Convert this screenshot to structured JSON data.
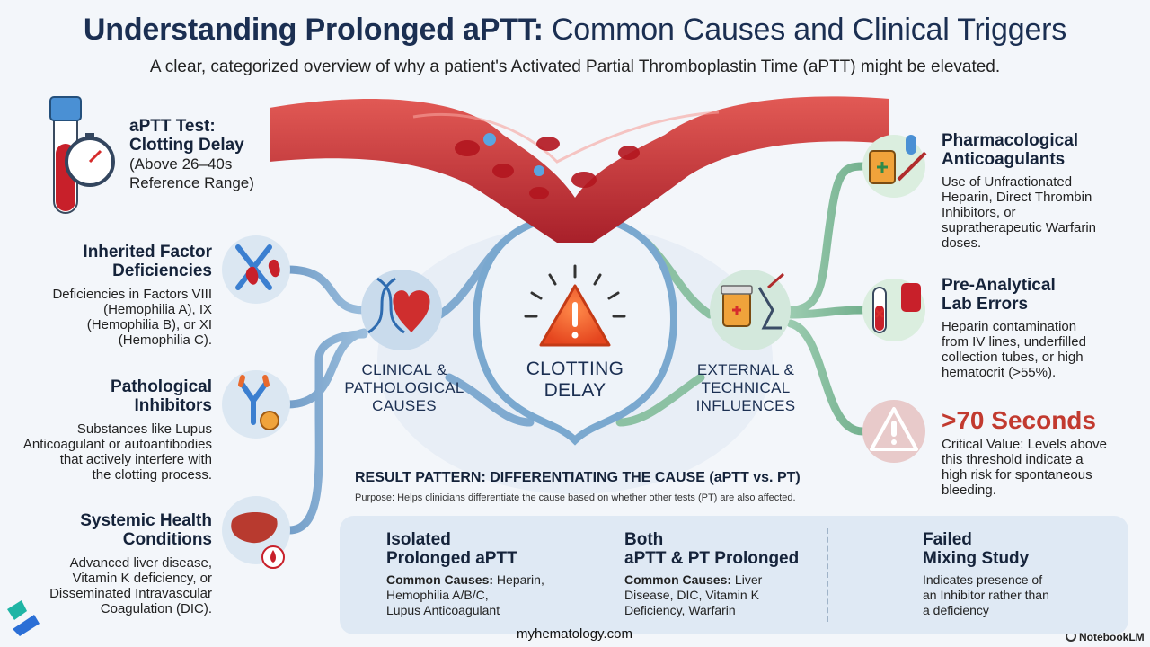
{
  "header": {
    "title_bold": "Understanding Prolonged aPTT:",
    "title_rest": " Common Causes and Clinical Triggers",
    "subtitle": "A clear, categorized overview of why a patient's Activated Partial Thromboplastin Time (aPTT) might be elevated."
  },
  "test": {
    "heading_line1": "aPTT Test:",
    "heading_line2": "Clotting Delay",
    "detail_line1": "(Above 26–40s",
    "detail_line2": "Reference Range)"
  },
  "left_causes": [
    {
      "heading": [
        "Inherited Factor",
        "Deficiencies"
      ],
      "body": [
        "Deficiencies in Factors VIII",
        "(Hemophilia A), IX",
        "(Hemophilia B), or XI",
        "(Hemophilia C)."
      ]
    },
    {
      "heading": [
        "Pathological",
        "Inhibitors"
      ],
      "body": [
        "Substances like Lupus",
        "Anticoagulant or autoantibodies",
        "that actively interfere with",
        "the clotting process."
      ]
    },
    {
      "heading": [
        "Systemic Health",
        "Conditions"
      ],
      "body": [
        "Advanced liver disease,",
        "Vitamin K deficiency, or",
        "Disseminated Intravascular",
        "Coagulation (DIC)."
      ]
    }
  ],
  "hubs": {
    "left": [
      "CLINICAL &",
      "PATHOLOGICAL",
      "CAUSES"
    ],
    "center": [
      "CLOTTING",
      "DELAY"
    ],
    "right": [
      "EXTERNAL &",
      "TECHNICAL",
      "INFLUENCES"
    ]
  },
  "right_causes": [
    {
      "heading": [
        "Pharmacological",
        "Anticoagulants"
      ],
      "body": [
        "Use of Unfractionated",
        "Heparin, Direct Thrombin",
        "Inhibitors, or",
        "supratherapeutic Warfarin",
        "doses."
      ]
    },
    {
      "heading": [
        "Pre-Analytical",
        "Lab Errors"
      ],
      "body": [
        "Heparin contamination",
        "from IV lines, underfilled",
        "collection tubes, or high",
        "hematocrit (>55%)."
      ]
    }
  ],
  "critical": {
    "value": ">70 Seconds",
    "body": [
      "Critical Value: Levels above",
      "this threshold indicate a",
      "high risk for spontaneous",
      "bleeding."
    ]
  },
  "result_pattern": {
    "title": "RESULT PATTERN: DIFFERENTIATING THE CAUSE (aPTT vs. PT)",
    "purpose": "Purpose: Helps clinicians differentiate the cause based on whether other tests (PT) are also affected.",
    "patterns": [
      {
        "title": [
          "Isolated",
          "Prolonged aPTT"
        ],
        "label": "Common Causes:",
        "body_first": " Heparin,",
        "body": [
          "Hemophilia A/B/C,",
          "Lupus Anticoagulant"
        ]
      },
      {
        "title": [
          "Both",
          "aPTT & PT Prolonged"
        ],
        "label": "Common Causes:",
        "body_first": " Liver",
        "body": [
          "Disease, DIC, Vitamin K",
          "Deficiency, Warfarin"
        ]
      },
      {
        "title": [
          "Failed",
          "Mixing Study"
        ],
        "label": "",
        "body_first": "Indicates presence of",
        "body": [
          "an Inhibitor rather than",
          "a deficiency"
        ]
      }
    ]
  },
  "footer": {
    "site": "myhematology.com",
    "brand": "NotebookLM"
  },
  "colors": {
    "title": "#1b2f52",
    "left_path": "#6d9ec9",
    "right_path": "#7bb894",
    "critical_red": "#c23a2f",
    "warning_orange": "#f0612a",
    "blood": "#c8202a"
  }
}
